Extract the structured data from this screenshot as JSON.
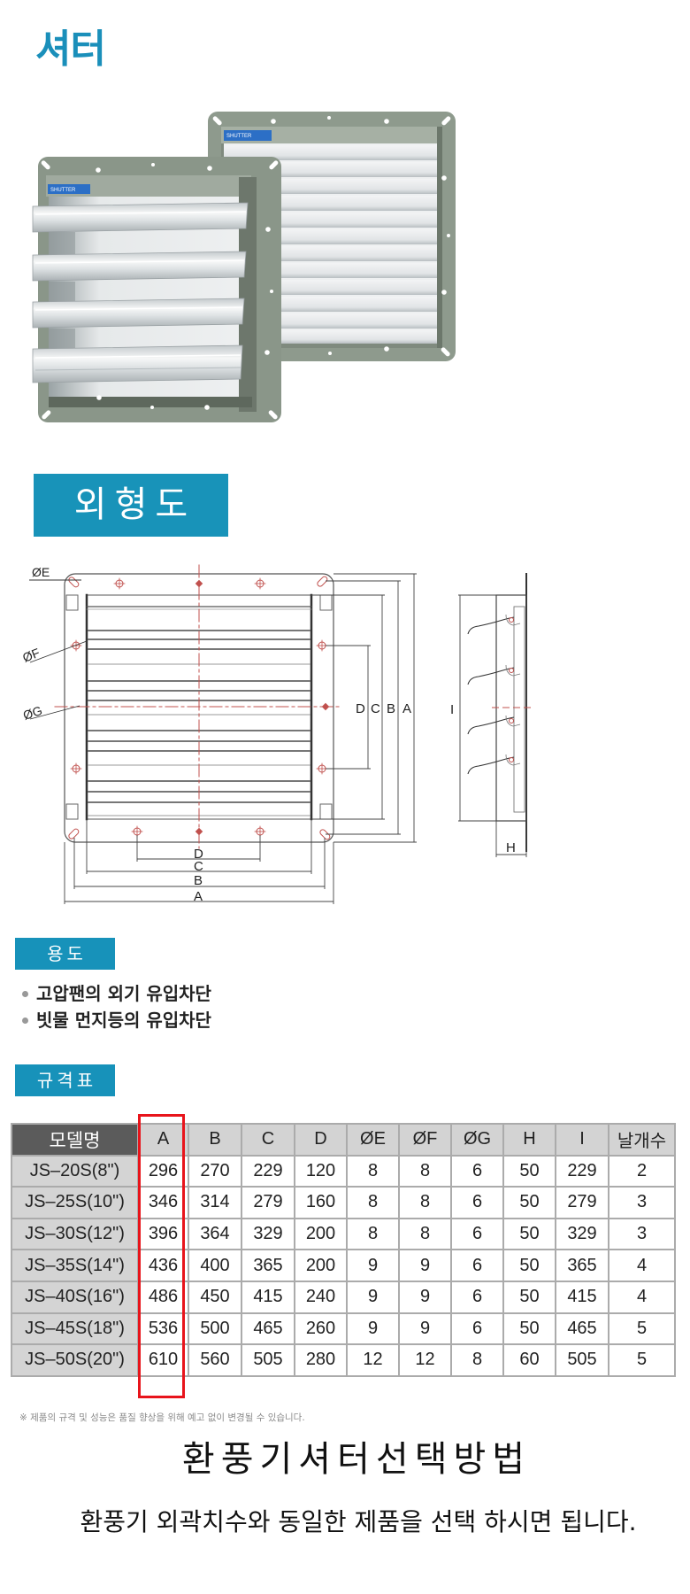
{
  "page": {
    "title": "셔터"
  },
  "product_photo": {
    "label_text": "SHUTTER"
  },
  "outline_drawing": {
    "heading": "외형도",
    "labels": {
      "oe": "ØE",
      "of": "ØF",
      "og": "ØG",
      "a": "A",
      "b": "B",
      "c": "C",
      "d": "D",
      "i": "I",
      "h": "H"
    }
  },
  "usage": {
    "heading": "용도",
    "items": [
      "고압팬의 외기 유입차단",
      "빗물 먼지등의 유입차단"
    ]
  },
  "spec_table": {
    "heading": "규격표",
    "columns": [
      "모델명",
      "A",
      "B",
      "C",
      "D",
      "ØE",
      "ØF",
      "ØG",
      "H",
      "I",
      "날개수"
    ],
    "highlight_column": "A",
    "rows": [
      {
        "model": "JS–20S(8\")",
        "A": "296",
        "B": "270",
        "C": "229",
        "D": "120",
        "OE": "8",
        "OF": "8",
        "OG": "6",
        "H": "50",
        "I": "229",
        "blades": "2"
      },
      {
        "model": "JS–25S(10\")",
        "A": "346",
        "B": "314",
        "C": "279",
        "D": "160",
        "OE": "8",
        "OF": "8",
        "OG": "6",
        "H": "50",
        "I": "279",
        "blades": "3"
      },
      {
        "model": "JS–30S(12\")",
        "A": "396",
        "B": "364",
        "C": "329",
        "D": "200",
        "OE": "8",
        "OF": "8",
        "OG": "6",
        "H": "50",
        "I": "329",
        "blades": "3"
      },
      {
        "model": "JS–35S(14\")",
        "A": "436",
        "B": "400",
        "C": "365",
        "D": "200",
        "OE": "9",
        "OF": "9",
        "OG": "6",
        "H": "50",
        "I": "365",
        "blades": "4"
      },
      {
        "model": "JS–40S(16\")",
        "A": "486",
        "B": "450",
        "C": "415",
        "D": "240",
        "OE": "9",
        "OF": "9",
        "OG": "6",
        "H": "50",
        "I": "415",
        "blades": "4"
      },
      {
        "model": "JS–45S(18\")",
        "A": "536",
        "B": "500",
        "C": "465",
        "D": "260",
        "OE": "9",
        "OF": "9",
        "OG": "6",
        "H": "50",
        "I": "465",
        "blades": "5"
      },
      {
        "model": "JS–50S(20\")",
        "A": "610",
        "B": "560",
        "C": "505",
        "D": "280",
        "OE": "12",
        "OF": "12",
        "OG": "8",
        "H": "60",
        "I": "505",
        "blades": "5"
      }
    ]
  },
  "footnote": "※ 제품의 규격 및 성능은 품질 향상을 위해 예고 없이 변경될 수 있습니다.",
  "selection_guide": {
    "heading": "환풍기셔터선택방법",
    "text": "환풍기 외곽치수와 동일한 제품을 선택 하시면 됩니다."
  },
  "colors": {
    "brand_teal": "#1893b9",
    "table_header_dark": "#5b5b5b",
    "table_header_light": "#d3d3d3",
    "highlight_red": "#e8141b",
    "drawing_centerline": "#c0504d"
  }
}
